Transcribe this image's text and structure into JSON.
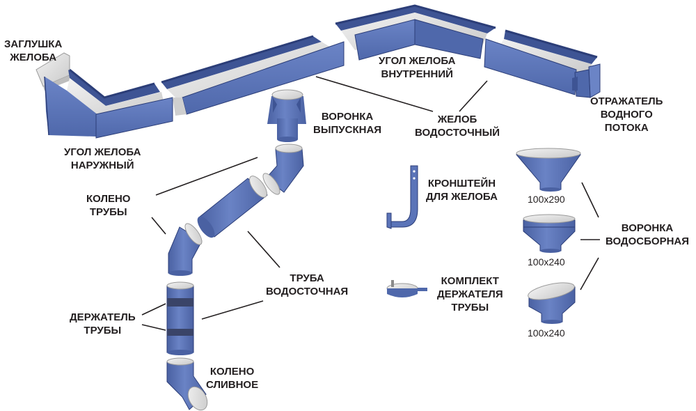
{
  "colors": {
    "blue": "#5b74b8",
    "blue_dark": "#3e5494",
    "blue_edge": "#2c3e78",
    "inner_gray": "#d6d6d6",
    "inner_light": "#ececec",
    "band": "#3a4468",
    "line": "#231f20"
  },
  "labels": {
    "gutter_cap": [
      "ЗАГЛУШКА",
      "ЖЕЛОБА"
    ],
    "outer_corner": [
      "УГОЛ ЖЕЛОБА",
      "НАРУЖНЫЙ"
    ],
    "inner_corner": [
      "УГОЛ ЖЕЛОБА",
      "ВНУТРЕННИЙ"
    ],
    "outlet_funnel": [
      "ВОРОНКА",
      "ВЫПУСКНАЯ"
    ],
    "gutter": [
      "ЖЕЛОБ",
      "ВОДОСТОЧНЫЙ"
    ],
    "deflector": [
      "ОТРАЖАТЕЛЬ",
      "ВОДНОГО",
      "ПОТОКА"
    ],
    "pipe_elbow": [
      "КОЛЕНО",
      "ТРУБЫ"
    ],
    "bracket": [
      "КРОНШТЕЙН",
      "ДЛЯ ЖЕЛОБА"
    ],
    "downpipe": [
      "ТРУБА",
      "ВОДОСТОЧНАЯ"
    ],
    "pipe_holder": [
      "ДЕРЖАТЕЛЬ",
      "ТРУБЫ"
    ],
    "holder_kit": [
      "КОМПЛЕКТ",
      "ДЕРЖАТЕЛЯ",
      "ТРУБЫ"
    ],
    "collector_funnel": [
      "ВОРОНКА",
      "ВОДОСБОРНАЯ"
    ],
    "drain_elbow": [
      "КОЛЕНО",
      "СЛИВНОЕ"
    ]
  },
  "sizes": {
    "funnel_1": "100x290",
    "funnel_2": "100x240",
    "funnel_3": "100x240"
  }
}
